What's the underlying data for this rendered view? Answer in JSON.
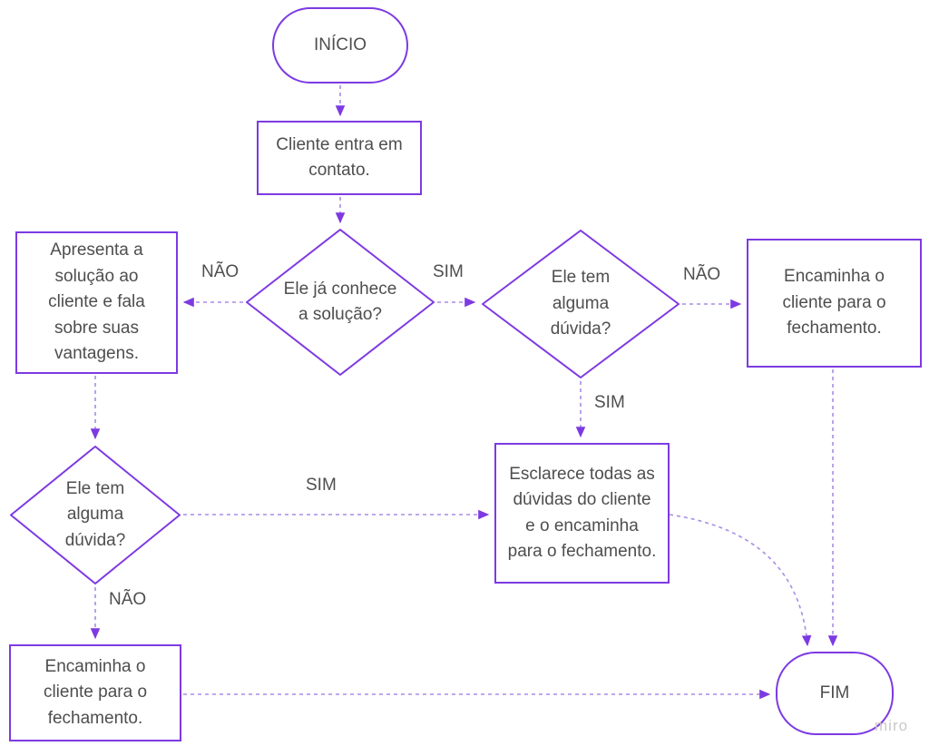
{
  "diagram": {
    "type": "flowchart",
    "language": "pt-BR",
    "colors": {
      "shape_stroke": "#7d3ae2",
      "connector_dash": "#a98ce6",
      "label_text": "#4e4e4e",
      "watermark_text": "#c9c9c9"
    },
    "nodes": [
      {
        "id": "inicio",
        "shape": "terminator",
        "label": "INÍCIO"
      },
      {
        "id": "cliente-contato",
        "shape": "process",
        "label": "Cliente entra em contato."
      },
      {
        "id": "conhece-solucao",
        "shape": "decision",
        "label": "Ele já conhece a solução?"
      },
      {
        "id": "apresenta-solucao",
        "shape": "process",
        "label": "Apresenta a solução ao cliente e fala sobre suas vantagens."
      },
      {
        "id": "tem-duvida-direita",
        "shape": "decision",
        "label": "Ele tem alguma dúvida?"
      },
      {
        "id": "encaminha-fechamento-1",
        "shape": "process",
        "label": "Encaminha o cliente para o fechamento."
      },
      {
        "id": "tem-duvida-esquerda",
        "shape": "decision",
        "label": "Ele tem alguma dúvida?"
      },
      {
        "id": "esclarece-duvidas",
        "shape": "process",
        "label": "Esclarece todas as dúvidas do cliente e o encaminha para o fechamento."
      },
      {
        "id": "encaminha-fechamento-2",
        "shape": "process",
        "label": "Encaminha o cliente para o fechamento."
      },
      {
        "id": "fim",
        "shape": "terminator",
        "label": "FIM"
      }
    ],
    "edge_labels": [
      {
        "id": "nao-conhece",
        "text": "NÃO"
      },
      {
        "id": "sim-conhece",
        "text": "SIM"
      },
      {
        "id": "nao-duvida-direita",
        "text": "NÃO"
      },
      {
        "id": "sim-duvida-direita",
        "text": "SIM"
      },
      {
        "id": "sim-duvida-esquerda",
        "text": "SIM"
      },
      {
        "id": "nao-duvida-esquerda",
        "text": "NÃO"
      }
    ],
    "watermark": "miro"
  }
}
